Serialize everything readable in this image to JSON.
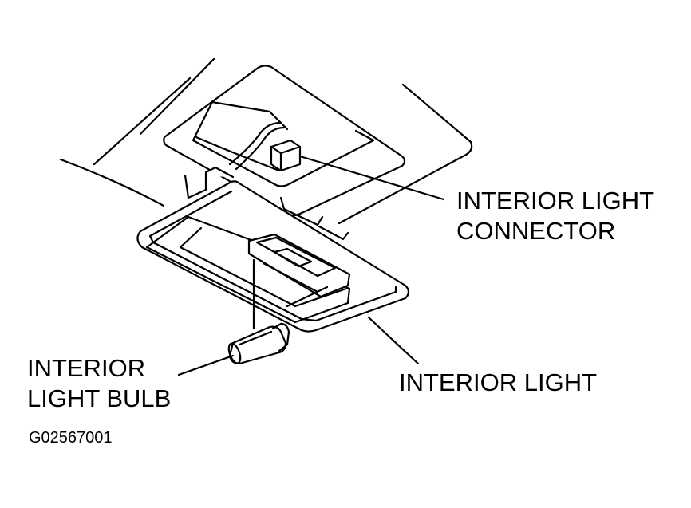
{
  "labels": {
    "connector_line1": "INTERIOR LIGHT",
    "connector_line2": "CONNECTOR",
    "bulb_line1": "INTERIOR",
    "bulb_line2": "LIGHT BULB",
    "interior_light": "INTERIOR LIGHT"
  },
  "figure_code": "G02567001",
  "colors": {
    "ink": "#000000",
    "paper": "#ffffff"
  }
}
